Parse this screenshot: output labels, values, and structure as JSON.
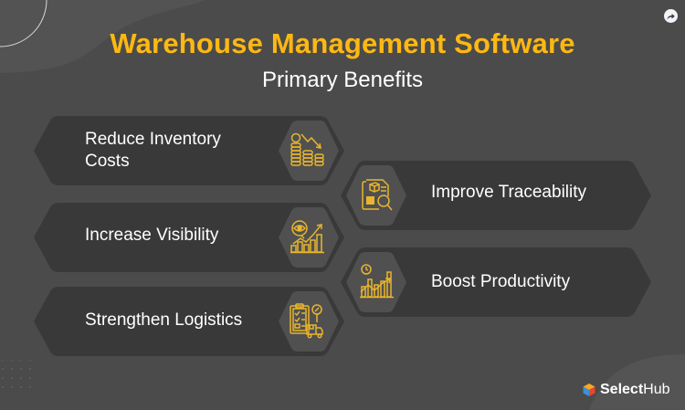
{
  "header": {
    "title": "Warehouse Management Software",
    "subtitle": "Primary Benefits"
  },
  "colors": {
    "background": "#4b4b4b",
    "card": "#393939",
    "icon_hex": "#505050",
    "accent": "#fdb813",
    "text": "#ffffff"
  },
  "benefits": [
    {
      "label_line1": "Reduce Inventory",
      "label_line2": "Costs",
      "icon": "coins-decline-icon",
      "side": "left"
    },
    {
      "label_line1": "Improve Traceability",
      "label_line2": "",
      "icon": "document-search-icon",
      "side": "right"
    },
    {
      "label_line1": "Increase Visibility",
      "label_line2": "",
      "icon": "eye-growth-chart-icon",
      "side": "left"
    },
    {
      "label_line1": "Boost Productivity",
      "label_line2": "",
      "icon": "clock-growth-chart-icon",
      "side": "right"
    },
    {
      "label_line1": "Strengthen Logistics",
      "label_line2": "",
      "icon": "clipboard-delivery-icon",
      "side": "left"
    }
  ],
  "brand": {
    "name_bold": "Select",
    "name_regular": "Hub"
  },
  "share": {
    "icon": "share-icon"
  }
}
